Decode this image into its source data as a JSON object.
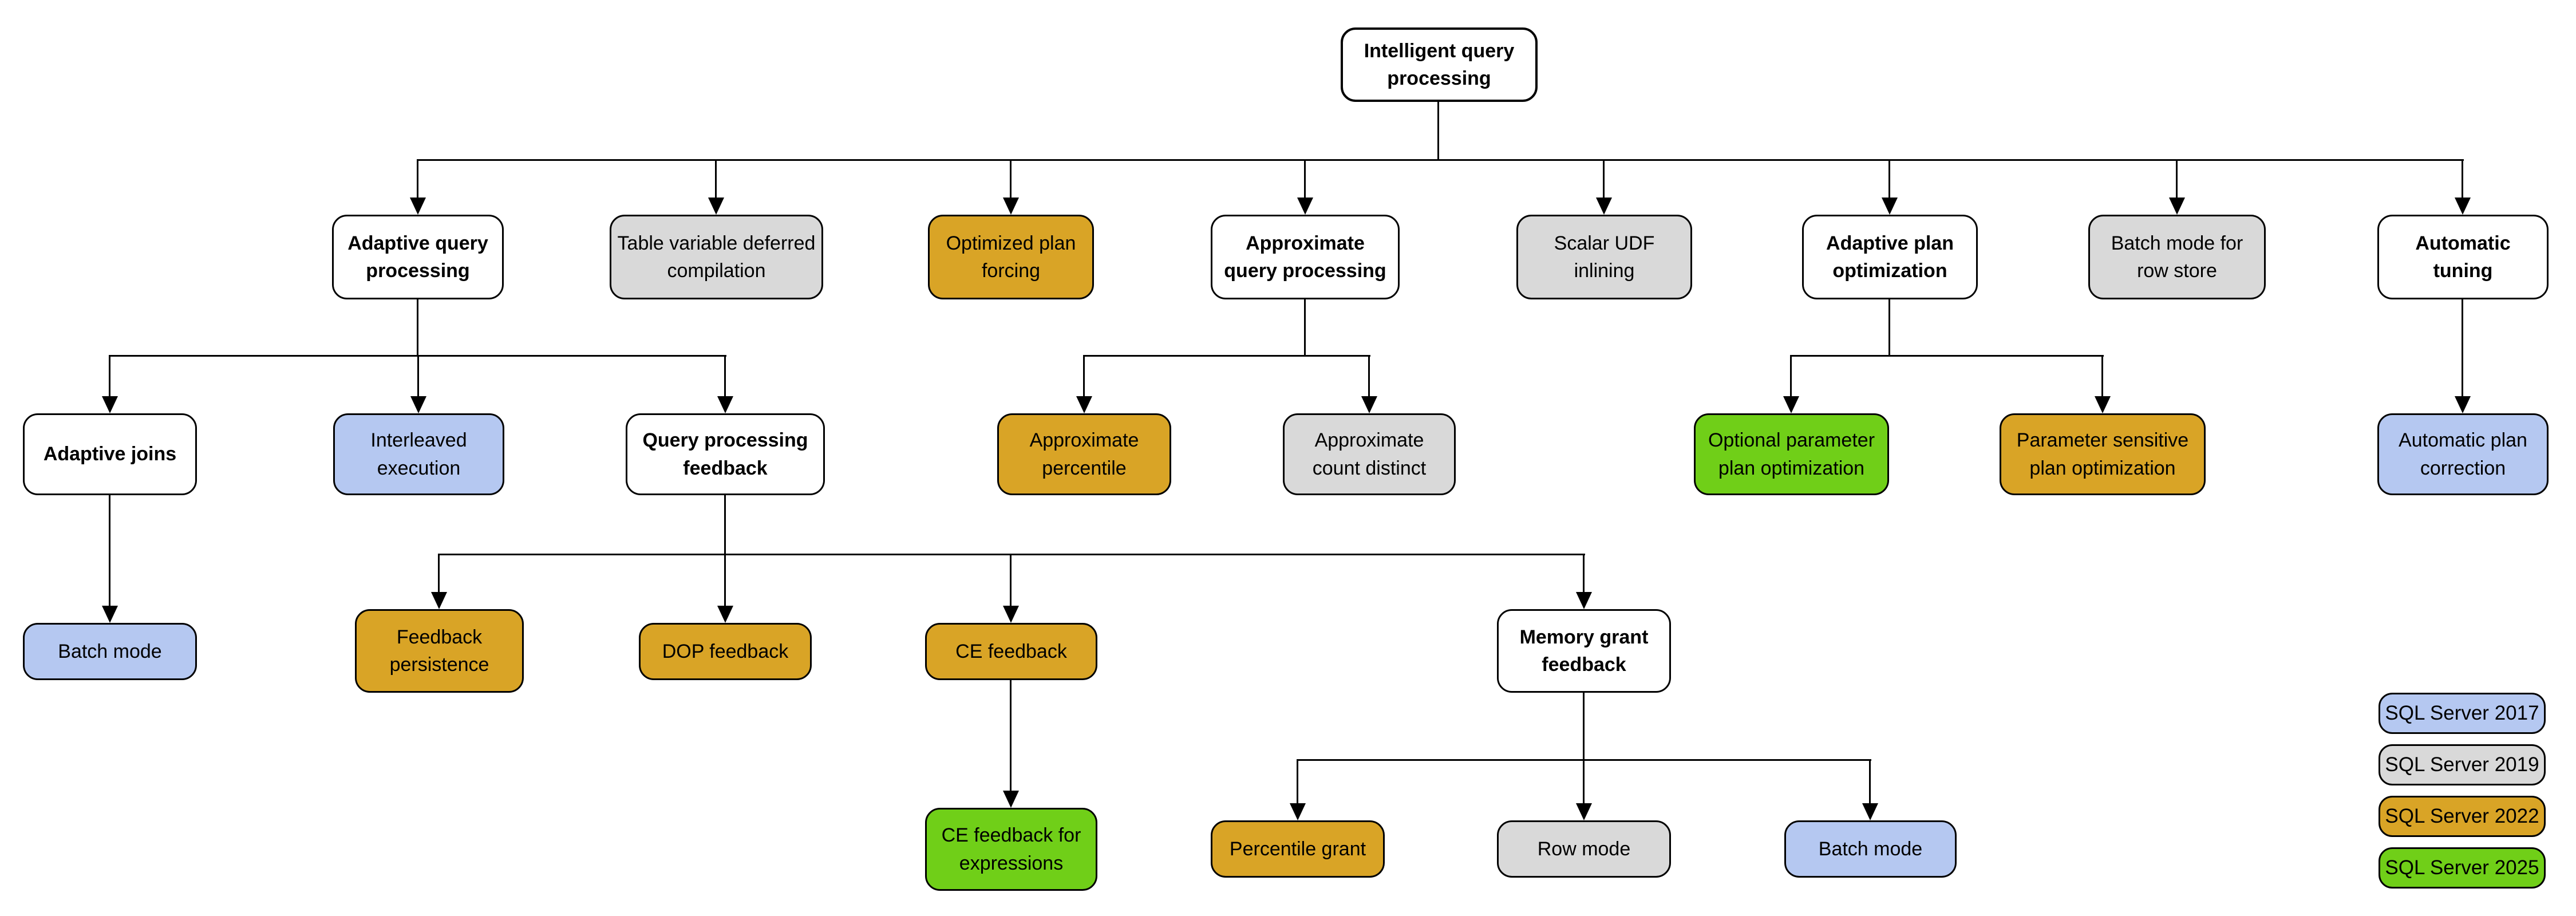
{
  "diagram": {
    "root_label": "Intelligent query processing"
  },
  "colors": {
    "default_white": "#ffffff",
    "sql_server_2017_blue": "#b5c8f1",
    "sql_server_2019_gray": "#d9d9d9",
    "sql_server_2022_gold": "#d9a426",
    "sql_server_2025_green": "#70cf18",
    "border_black": "#000000"
  },
  "nodes": {
    "root": {
      "label": "Intelligent query processing",
      "color": "#ffffff"
    },
    "adaptive_query_processing": {
      "label": "Adaptive query processing",
      "color": "#ffffff"
    },
    "table_variable_deferred_compilation": {
      "label": "Table variable deferred compilation",
      "color": "#d9d9d9"
    },
    "optimized_plan_forcing": {
      "label": "Optimized plan forcing",
      "color": "#d9a426"
    },
    "approximate_query_processing": {
      "label": "Approximate query processing",
      "color": "#ffffff"
    },
    "scalar_udf_inlining": {
      "label": "Scalar UDF inlining",
      "color": "#d9d9d9"
    },
    "adaptive_plan_optimization": {
      "label": "Adaptive plan optimization",
      "color": "#ffffff"
    },
    "batch_mode_for_row_store": {
      "label": "Batch mode for row store",
      "color": "#d9d9d9"
    },
    "automatic_tuning": {
      "label": "Automatic tuning",
      "color": "#ffffff"
    },
    "adaptive_joins": {
      "label": "Adaptive joins",
      "color": "#ffffff"
    },
    "interleaved_execution": {
      "label": "Interleaved execution",
      "color": "#b5c8f1"
    },
    "query_processing_feedback": {
      "label": "Query processing feedback",
      "color": "#ffffff"
    },
    "approximate_percentile": {
      "label": "Approximate percentile",
      "color": "#d9a426"
    },
    "approximate_count_distinct": {
      "label": "Approximate count distinct",
      "color": "#d9d9d9"
    },
    "optional_parameter_plan_optimization": {
      "label": "Optional parameter plan optimization",
      "color": "#70cf18"
    },
    "parameter_sensitive_plan_optimization": {
      "label": "Parameter sensitive plan optimization",
      "color": "#d9a426"
    },
    "automatic_plan_correction": {
      "label": "Automatic plan correction",
      "color": "#b5c8f1"
    },
    "batch_mode_under_adaptive_joins": {
      "label": "Batch mode",
      "color": "#b5c8f1"
    },
    "feedback_persistence": {
      "label": "Feedback persistence",
      "color": "#d9a426"
    },
    "dop_feedback": {
      "label": "DOP feedback",
      "color": "#d9a426"
    },
    "ce_feedback": {
      "label": "CE feedback",
      "color": "#d9a426"
    },
    "memory_grant_feedback": {
      "label": "Memory grant feedback",
      "color": "#ffffff"
    },
    "ce_feedback_for_expressions": {
      "label": "CE feedback for expressions",
      "color": "#70cf18"
    },
    "percentile_grant": {
      "label": "Percentile grant",
      "color": "#d9a426"
    },
    "row_mode": {
      "label": "Row mode",
      "color": "#d9d9d9"
    },
    "batch_mode_under_memory_grant": {
      "label": "Batch mode",
      "color": "#b5c8f1"
    }
  },
  "edges": [
    [
      "root",
      "adaptive_query_processing"
    ],
    [
      "root",
      "table_variable_deferred_compilation"
    ],
    [
      "root",
      "optimized_plan_forcing"
    ],
    [
      "root",
      "approximate_query_processing"
    ],
    [
      "root",
      "scalar_udf_inlining"
    ],
    [
      "root",
      "adaptive_plan_optimization"
    ],
    [
      "root",
      "batch_mode_for_row_store"
    ],
    [
      "root",
      "automatic_tuning"
    ],
    [
      "adaptive_query_processing",
      "adaptive_joins"
    ],
    [
      "adaptive_query_processing",
      "interleaved_execution"
    ],
    [
      "adaptive_query_processing",
      "query_processing_feedback"
    ],
    [
      "approximate_query_processing",
      "approximate_percentile"
    ],
    [
      "approximate_query_processing",
      "approximate_count_distinct"
    ],
    [
      "adaptive_plan_optimization",
      "optional_parameter_plan_optimization"
    ],
    [
      "adaptive_plan_optimization",
      "parameter_sensitive_plan_optimization"
    ],
    [
      "automatic_tuning",
      "automatic_plan_correction"
    ],
    [
      "adaptive_joins",
      "batch_mode_under_adaptive_joins"
    ],
    [
      "query_processing_feedback",
      "feedback_persistence"
    ],
    [
      "query_processing_feedback",
      "dop_feedback"
    ],
    [
      "query_processing_feedback",
      "ce_feedback"
    ],
    [
      "query_processing_feedback",
      "memory_grant_feedback"
    ],
    [
      "ce_feedback",
      "ce_feedback_for_expressions"
    ],
    [
      "memory_grant_feedback",
      "percentile_grant"
    ],
    [
      "memory_grant_feedback",
      "row_mode"
    ],
    [
      "memory_grant_feedback",
      "batch_mode_under_memory_grant"
    ]
  ],
  "legend": {
    "items": [
      {
        "label": "SQL Server 2017",
        "color": "#b5c8f1"
      },
      {
        "label": "SQL Server 2019",
        "color": "#d9d9d9"
      },
      {
        "label": "SQL Server 2022",
        "color": "#d9a426"
      },
      {
        "label": "SQL Server 2025",
        "color": "#70cf18"
      }
    ]
  }
}
